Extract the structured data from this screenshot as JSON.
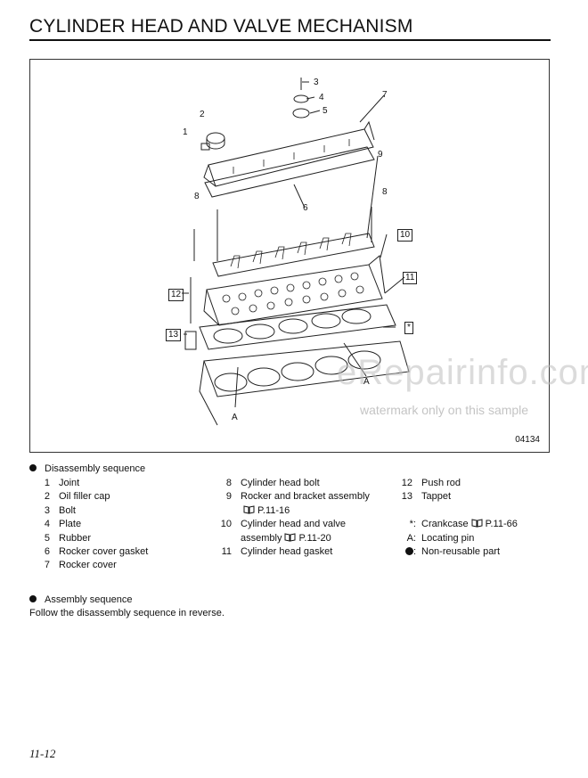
{
  "page": {
    "title": "CYLINDER HEAD AND VALVE MECHANISM",
    "page_number": "11-12"
  },
  "figure": {
    "drawing_code": "04134",
    "callouts": {
      "c1": "1",
      "c2": "2",
      "c3": "3",
      "c4": "4",
      "c5": "5",
      "c6": "6",
      "c7": "7",
      "c8a": "8",
      "c8b": "8",
      "c9": "9",
      "c10": "10",
      "c11": "11",
      "c12": "12",
      "c13": "13",
      "cA1": "A",
      "cA2": "A",
      "star": "*"
    },
    "watermark_main": "eRepairinfo.com",
    "watermark_note": "watermark only on this sample"
  },
  "disassembly": {
    "heading": "Disassembly sequence",
    "col1": [
      {
        "n": "1",
        "t": "Joint"
      },
      {
        "n": "2",
        "t": "Oil filler cap"
      },
      {
        "n": "3",
        "t": "Bolt"
      },
      {
        "n": "4",
        "t": "Plate"
      },
      {
        "n": "5",
        "t": "Rubber"
      },
      {
        "n": "6",
        "t": "Rocker cover gasket"
      },
      {
        "n": "7",
        "t": "Rocker cover"
      }
    ],
    "col2": {
      "i8": {
        "n": "8",
        "t": "Cylinder head bolt"
      },
      "i9": {
        "n": "9",
        "t": "Rocker and bracket assembly",
        "ref": "P.11-16"
      },
      "i10": {
        "n": "10",
        "t1": "Cylinder head and valve",
        "t2": "assembly",
        "ref": "P.11-20"
      },
      "i11": {
        "n": "11",
        "t": "Cylinder head gasket"
      }
    },
    "col3": {
      "i12": {
        "n": "12",
        "t": "Push rod"
      },
      "i13": {
        "n": "13",
        "t": "Tappet"
      },
      "star": {
        "sym": "*:",
        "t": "Crankcase",
        "ref": "P.11-66"
      },
      "pin": {
        "sym": "A:",
        "t": "Locating pin"
      },
      "nr": {
        "sym": ":",
        "t": "Non-reusable part"
      }
    }
  },
  "assembly": {
    "heading": "Assembly sequence",
    "text": "Follow the disassembly sequence in reverse."
  }
}
